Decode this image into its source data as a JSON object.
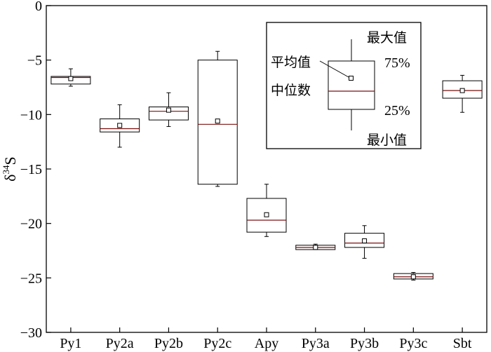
{
  "chart_data": {
    "type": "box",
    "ylabel": "δ34S",
    "ylabel_main": "δ",
    "ylabel_sup": "34",
    "ylabel_tail": "S",
    "ylim": [
      -30,
      0
    ],
    "yticks": [
      0,
      -5,
      -10,
      -15,
      -20,
      -25,
      -30
    ],
    "categories": [
      "Py1",
      "Py2a",
      "Py2b",
      "Py2c",
      "Apy",
      "Py3a",
      "Py3b",
      "Py3c",
      "Sbt"
    ],
    "boxes": [
      {
        "category": "Py1",
        "min": -7.4,
        "q1": -7.2,
        "median": -6.6,
        "q3": -6.5,
        "max": -5.8,
        "mean": -6.7
      },
      {
        "category": "Py2a",
        "min": -13.0,
        "q1": -11.6,
        "median": -11.3,
        "q3": -10.4,
        "max": -9.1,
        "mean": -11.0
      },
      {
        "category": "Py2b",
        "min": -11.1,
        "q1": -10.5,
        "median": -9.7,
        "q3": -9.3,
        "max": -8.0,
        "mean": -9.6
      },
      {
        "category": "Py2c",
        "min": -16.6,
        "q1": -16.4,
        "median": -10.9,
        "q3": -5.0,
        "max": -4.2,
        "mean": -10.6
      },
      {
        "category": "Apy",
        "min": -21.2,
        "q1": -20.8,
        "median": -19.7,
        "q3": -17.7,
        "max": -16.4,
        "mean": -19.2
      },
      {
        "category": "Py3a",
        "min": -22.4,
        "q1": -22.4,
        "median": -22.2,
        "q3": -22.0,
        "max": -21.9,
        "mean": -22.2
      },
      {
        "category": "Py3b",
        "min": -23.2,
        "q1": -22.2,
        "median": -21.8,
        "q3": -20.9,
        "max": -20.2,
        "mean": -21.6
      },
      {
        "category": "Py3c",
        "min": -25.2,
        "q1": -25.1,
        "median": -24.9,
        "q3": -24.6,
        "max": -24.5,
        "mean": -24.9
      },
      {
        "category": "Sbt",
        "min": -9.8,
        "q1": -8.5,
        "median": -7.8,
        "q3": -6.9,
        "max": -6.4,
        "mean": -7.8
      }
    ],
    "legend": {
      "placement": "top-right",
      "max_label": "最大值",
      "q3_label": "75%",
      "mean_label": "平均值",
      "median_label": "中位数",
      "q1_label": "25%",
      "min_label": "最小值"
    },
    "grid": false
  }
}
